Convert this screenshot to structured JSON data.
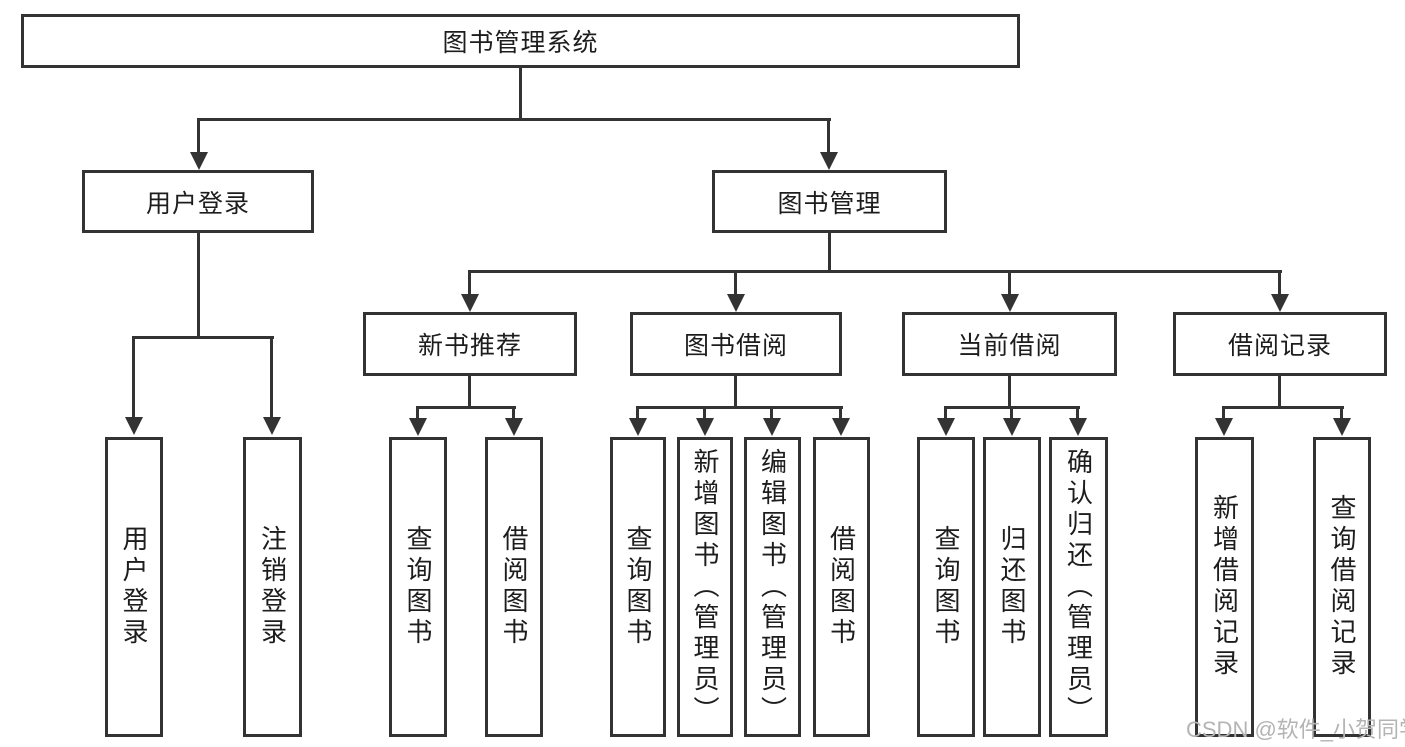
{
  "colors": {
    "line": "#333333",
    "text": "#1d1d1d",
    "background": "#ffffff",
    "watermark": "#b4b4b4"
  },
  "tree": {
    "label": "图书管理系统",
    "children": [
      {
        "label": "用户登录",
        "children": [
          {
            "label": "用户登录"
          },
          {
            "label": "注销登录"
          }
        ]
      },
      {
        "label": "图书管理",
        "children": [
          {
            "label": "新书推荐",
            "children": [
              {
                "label": "查询图书"
              },
              {
                "label": "借阅图书"
              }
            ]
          },
          {
            "label": "图书借阅",
            "children": [
              {
                "label": "查询图书"
              },
              {
                "label": "新增图书（管理员）"
              },
              {
                "label": "编辑图书（管理员）"
              },
              {
                "label": "借阅图书"
              }
            ]
          },
          {
            "label": "当前借阅",
            "children": [
              {
                "label": "查询图书"
              },
              {
                "label": "归还图书"
              },
              {
                "label": "确认归还（管理员）"
              }
            ]
          },
          {
            "label": "借阅记录",
            "children": [
              {
                "label": "新增借阅记录"
              },
              {
                "label": "查询借阅记录"
              }
            ]
          }
        ]
      }
    ]
  },
  "watermark": {
    "text": "CSDN @软件_小贺同学"
  }
}
